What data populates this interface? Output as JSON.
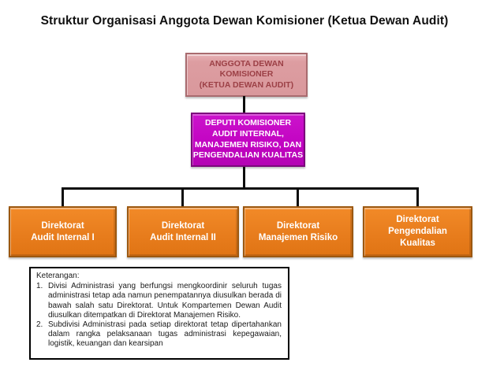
{
  "title": "Struktur Organisasi Anggota Dewan Komisioner (Ketua Dewan Audit)",
  "org_chart": {
    "level1": {
      "label": "ANGGOTA DEWAN\nKOMISIONER\n(KETUA DEWAN AUDIT)"
    },
    "level2": {
      "label": "DEPUTI KOMISIONER\nAUDIT INTERNAL,\nMANAJEMEN RISIKO, DAN\nPENGENDALIAN KUALITAS"
    },
    "level3": [
      {
        "label": "Direktorat\nAudit Internal I"
      },
      {
        "label": "Direktorat\nAudit Internal II"
      },
      {
        "label": "Direktorat\nManajemen Risiko"
      },
      {
        "label": "Direktorat\nPengendalian\nKualitas"
      }
    ]
  },
  "notes": {
    "heading": "Keterangan:",
    "items": [
      {
        "number": "1.",
        "text": "Divisi Administrasi yang berfungsi mengkoordinir seluruh tugas administrasi tetap ada namun penempatannya diusulkan berada di bawah salah satu Direktorat. Untuk Kompartemen Dewan Audit diusulkan ditempatkan di Direktorat Manajemen Risiko."
      },
      {
        "number": "2.",
        "text": "Subdivisi Administrasi pada setiap direktorat tetap dipertahankan dalam rangka pelaksanaan tugas administrasi kepegawaian, logistik, keuangan dan kearsipan"
      }
    ]
  },
  "colors": {
    "level1_fill": "#d9989c",
    "level1_text": "#9c4046",
    "level1_border": "#a96b6f",
    "level2_fill": "#c203c2",
    "level2_border": "#7c077c",
    "level3_fill": "#e87d1d",
    "level3_border": "#9c5810",
    "connector": "#0d0d0d",
    "background": "#ffffff"
  }
}
